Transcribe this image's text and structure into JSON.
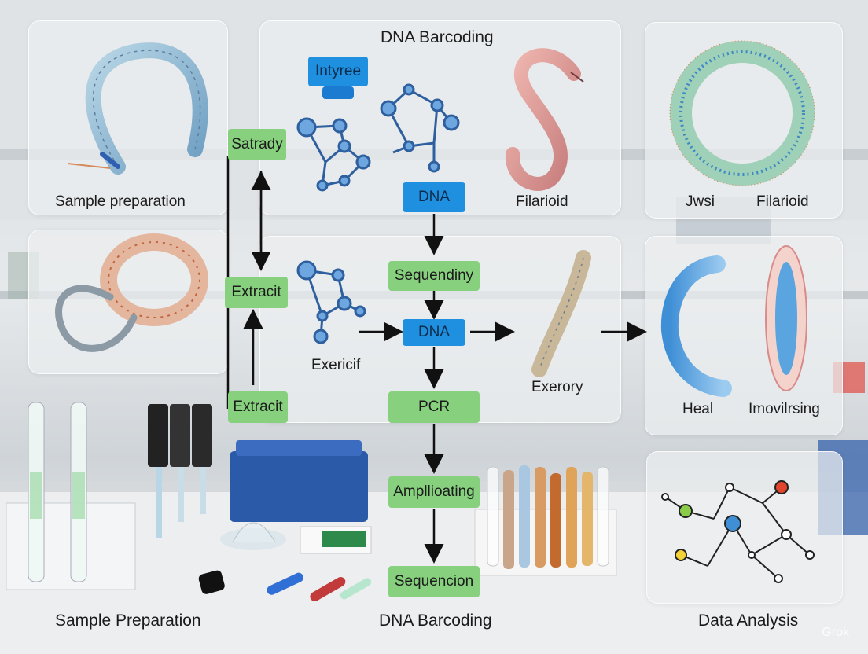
{
  "top_title": "DNA Barcoding",
  "panels": {
    "sample_top_label": "Sample preparation",
    "dna_center_label": "DNA",
    "filarioid_center_label": "Filarioid",
    "right_top_label_1": "Jwsi",
    "right_top_label_2": "Filarioid",
    "middle_left_label": "Exericif",
    "middle_right_label": "Exerory",
    "right_mid_label_1": "Heal",
    "right_mid_label_2": "Imovilrsing"
  },
  "boxes": {
    "intyree": "Intyree",
    "satrady": "Satrady",
    "extracit_1": "Extracit",
    "extracit_2": "Extracit",
    "dna_top": "DNA",
    "sequencing": "Sequendiny",
    "dna_mid": "DNA",
    "pcr": "PCR",
    "amplifying": "Ampllioating",
    "sequencion": "Sequencion"
  },
  "bottom": {
    "left": "Sample Preparation",
    "center": "DNA Barcoding",
    "right": "Data Analysis"
  },
  "watermark": "Grok",
  "colors": {
    "green_box": "#86d07e",
    "blue_box": "#1f8fe0",
    "arrow": "#111111"
  }
}
